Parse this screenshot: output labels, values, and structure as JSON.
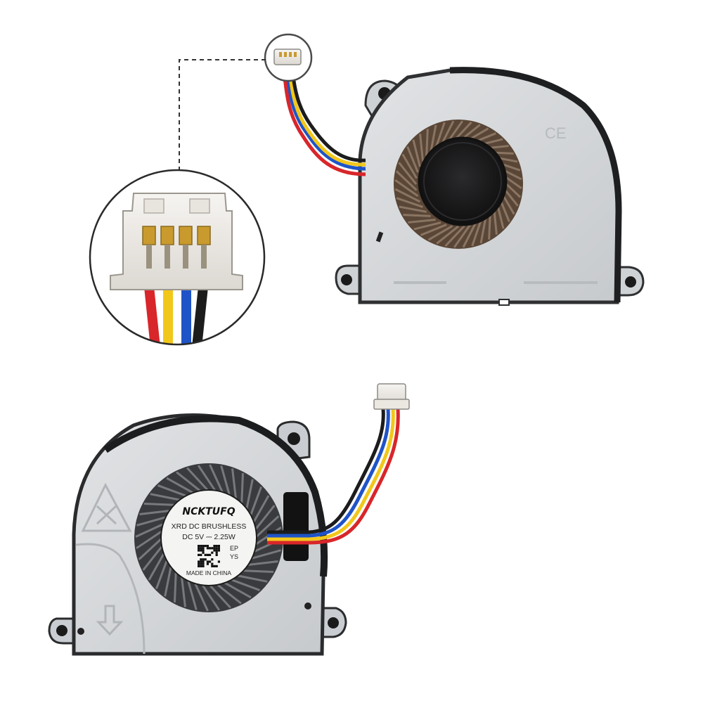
{
  "sticker": {
    "brand": "NCKTUFQ",
    "line1": "XRD DC BRUSHLESS",
    "line2": "DC  5V ⎓ 2.25W",
    "code1": "EP",
    "code2": "YS",
    "origin": "MADE IN CHINA"
  },
  "colors": {
    "housing": "#d6d9dc",
    "housing_edge": "#3a3b3d",
    "wire_red": "#d8262a",
    "wire_yellow": "#f2c71b",
    "wire_blue": "#1f54c8",
    "wire_black": "#1c1c1c",
    "connector": "#f1eeea",
    "pin_gold": "#c99a2e"
  }
}
